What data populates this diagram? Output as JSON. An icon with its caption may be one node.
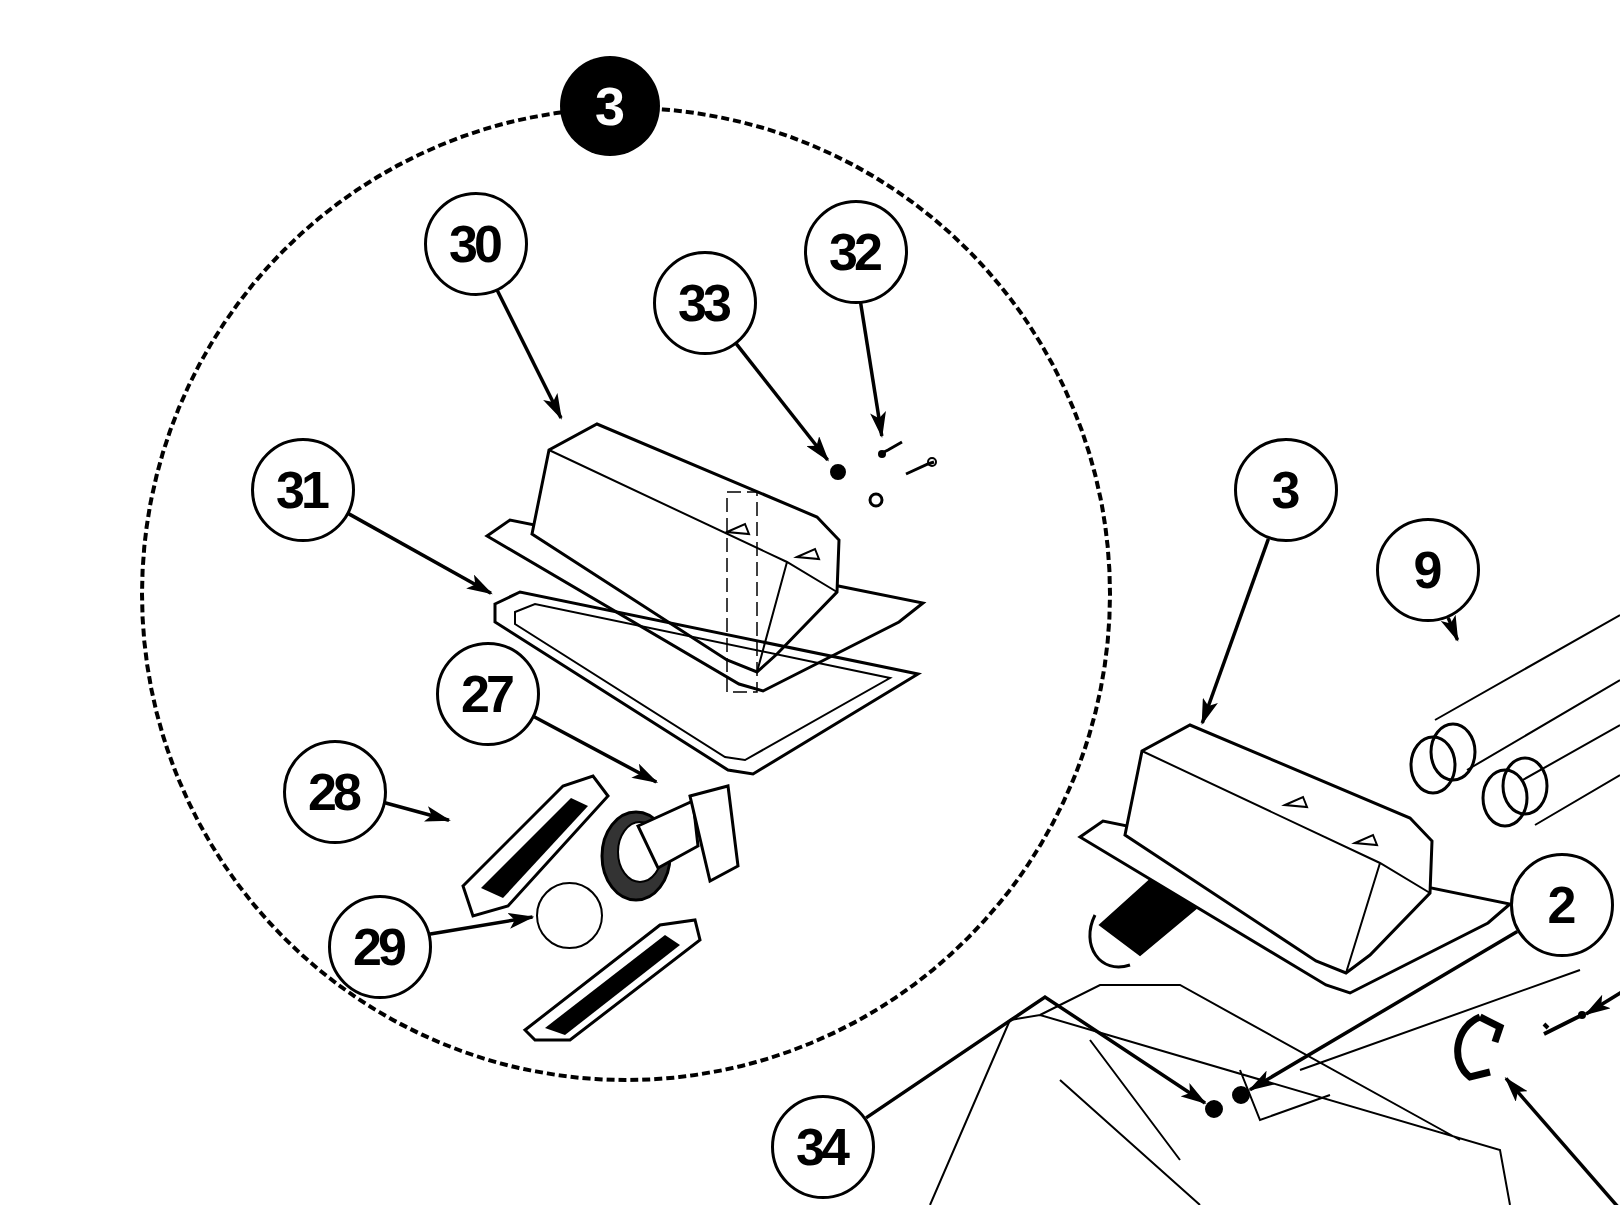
{
  "diagram": {
    "nodes": [
      {
        "text": [
          "3"
        ]
      },
      {
        "text": [
          "30"
        ],
        "in": 0
      },
      {
        "text": [],
        "shape": "picture",
        "in": 0
      },
      {
        "text": [
          "33"
        ],
        "in": 0
      },
      {
        "text": [],
        "shape": "circle",
        "in": 0
      },
      {
        "text": [
          "32"
        ],
        "in": 0
      },
      {
        "text": [],
        "shape": "picture",
        "in": 0
      },
      {
        "text": [
          "31"
        ],
        "in": 0
      },
      {
        "text": [],
        "shape": "picture",
        "in": 0
      },
      {
        "text": [
          "27"
        ],
        "in": 0
      },
      {
        "text": [],
        "shape": "picture",
        "in": 0
      },
      {
        "text": [
          "28"
        ],
        "in": 0
      },
      {
        "text": [],
        "shape": "picture",
        "in": 0
      },
      {
        "text": [
          "29"
        ],
        "in": 0
      },
      {
        "text": [],
        "shape": "circle",
        "in": 0
      },
      {
        "text": [
          "3"
        ]
      },
      {
        "text": [],
        "shape": "picture"
      },
      {
        "text": [
          "9"
        ]
      },
      {
        "text": [],
        "shape": "picture"
      },
      {
        "text": [
          "2"
        ]
      },
      {
        "text": [
          "34"
        ]
      },
      {
        "text": [],
        "shape": "circle"
      },
      {
        "text": [],
        "shape": "circle"
      },
      {
        "text": [],
        "shape": "picture"
      },
      {
        "text": [],
        "shape": "picture"
      }
    ],
    "edges": [
      {
        "from": 1,
        "to": 2,
        "arrow": "to"
      },
      {
        "from": 3,
        "to": 4,
        "arrow": "to"
      },
      {
        "from": 5,
        "to": 6,
        "arrow": "to"
      },
      {
        "from": 7,
        "to": 8,
        "arrow": "to"
      },
      {
        "from": 9,
        "to": 10,
        "arrow": "to"
      },
      {
        "from": 11,
        "to": 12,
        "arrow": "to"
      },
      {
        "from": 13,
        "to": 14,
        "arrow": "to"
      },
      {
        "from": 15,
        "to": 16,
        "arrow": "to"
      },
      {
        "from": 17,
        "to": 18,
        "arrow": "to"
      },
      {
        "from": 20,
        "to": 21,
        "arrow": "to"
      },
      {
        "from": 19,
        "to": 22,
        "arrow": "to"
      },
      {
        "from": null,
        "to": 23,
        "arrow": "to"
      },
      {
        "from": null,
        "to": 24,
        "arrow": "to"
      }
    ]
  }
}
